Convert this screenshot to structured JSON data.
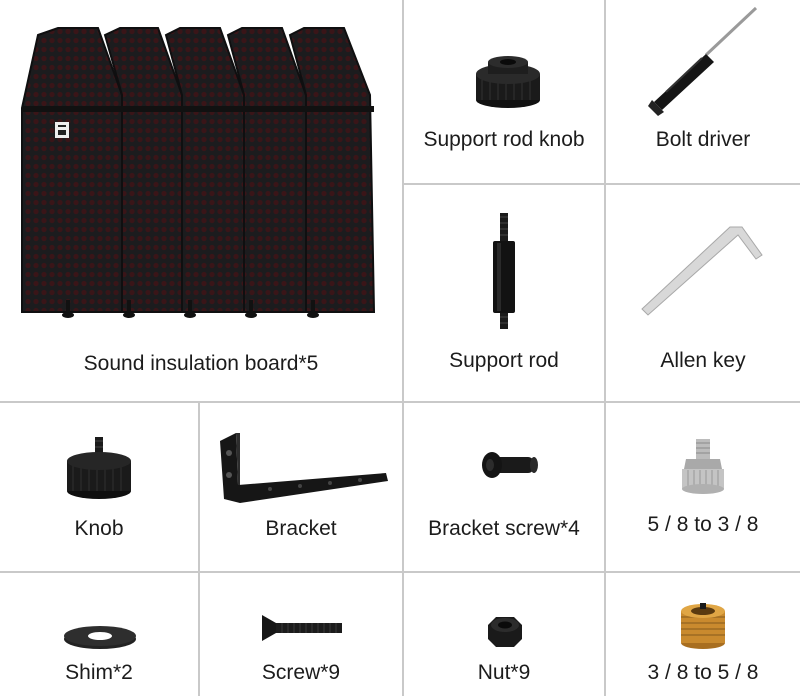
{
  "items": [
    {
      "label": "Sound insulation board*5",
      "icon": "sound-insulation-board-icon"
    },
    {
      "label": "Support rod knob",
      "icon": "support-rod-knob-icon"
    },
    {
      "label": "Bolt driver",
      "icon": "bolt-driver-icon"
    },
    {
      "label": "Support rod",
      "icon": "support-rod-icon"
    },
    {
      "label": "Allen key",
      "icon": "allen-key-icon"
    },
    {
      "label": "Knob",
      "icon": "knob-icon"
    },
    {
      "label": "Bracket",
      "icon": "bracket-icon"
    },
    {
      "label": "Bracket screw*4",
      "icon": "bracket-screw-icon"
    },
    {
      "label": "5 / 8 to 3 / 8",
      "icon": "thread-adapter-silver-icon"
    },
    {
      "label": "Shim*2",
      "icon": "shim-icon"
    },
    {
      "label": "Screw*9",
      "icon": "screw-icon"
    },
    {
      "label": "Nut*9",
      "icon": "nut-icon"
    },
    {
      "label": "3 / 8 to 5 / 8",
      "icon": "thread-adapter-gold-icon"
    }
  ],
  "colors": {
    "grid": "#c9c9c9",
    "text": "#1c1c1c",
    "gold": "#c98a2e",
    "silver": "#b9b9b9",
    "panel": "#1b1b1d"
  }
}
